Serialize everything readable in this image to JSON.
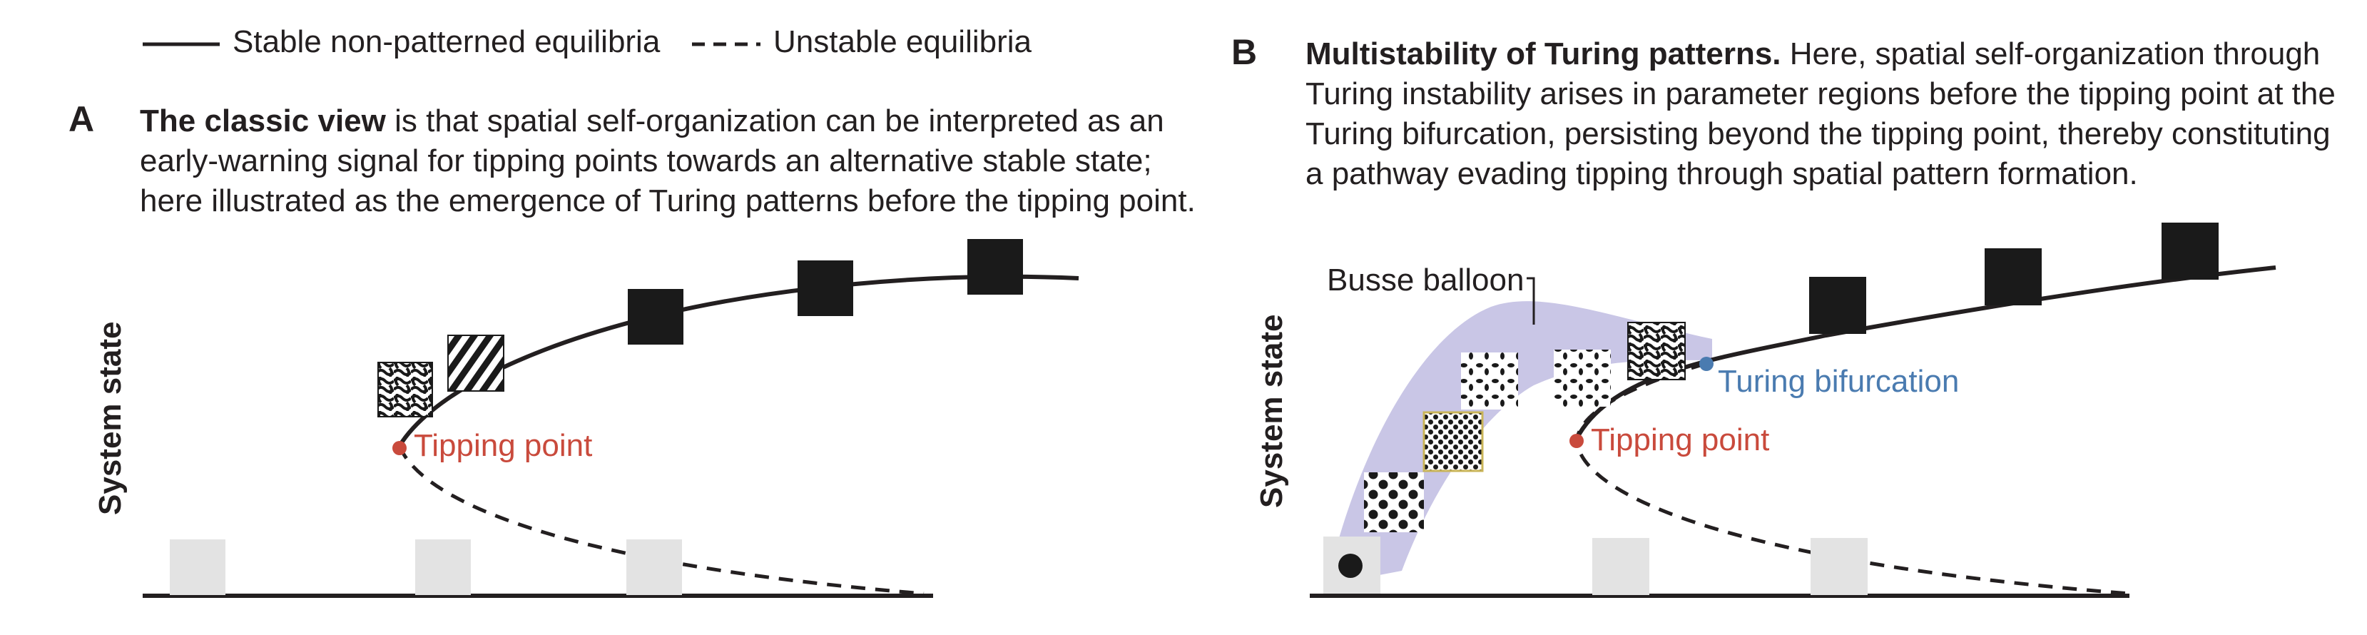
{
  "legend": {
    "stable_label": "Stable non-patterned equilibria",
    "unstable_label": "Unstable equilibria"
  },
  "panel_a": {
    "letter": "A",
    "caption_bold": "The classic view",
    "caption_line1": " is that spatial self-organization can be interpreted as an",
    "caption_line2": "early-warning signal for tipping points towards an alternative stable state;",
    "caption_line3": "here illustrated as the emergence of Turing patterns before the tipping point.",
    "ylabel": "System state",
    "tipping_label": "Tipping point"
  },
  "panel_b": {
    "letter": "B",
    "caption_bold": "Multistability of Turing patterns.",
    "caption_line1": " Here, spatial self-organization through",
    "caption_line2": "Turing instability arises in parameter regions before the tipping point at the",
    "caption_line3": "Turing bifurcation, persisting beyond the tipping point, thereby constituting",
    "caption_line4": "a pathway evading tipping through spatial pattern formation.",
    "ylabel": "System state",
    "busse_label": "Busse balloon",
    "turing_label": "Turing bifurcation",
    "tipping_label": "Tipping point"
  },
  "colors": {
    "ink": "#231f20",
    "tipping": "#c94a3c",
    "turing": "#4a7bb0",
    "balloon": "#c9c6e6",
    "tile_light": "#e3e3e3",
    "tile_dark": "#1a1a1a"
  },
  "icons": [
    "labyrinth-pattern-icon",
    "stripe-pattern-icon",
    "spot-pattern-icon",
    "gap-pattern-icon",
    "dot-icon"
  ]
}
